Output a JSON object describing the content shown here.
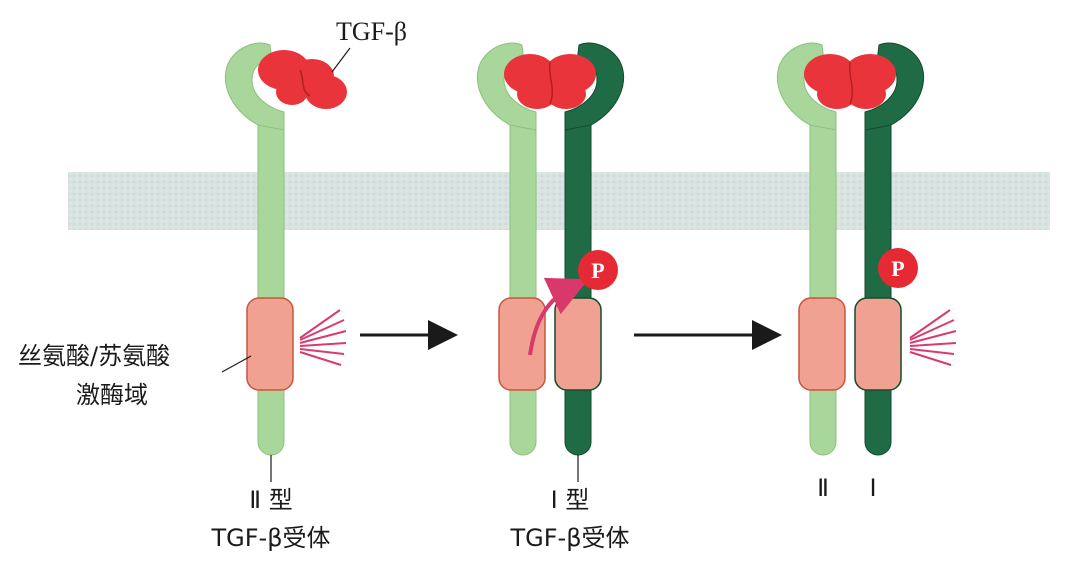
{
  "labels": {
    "ligand": "TGF-β",
    "kinase_domain_line1": "丝氨酸/苏氨酸",
    "kinase_domain_line2": "激酶域",
    "type2_receptor_line1": "Ⅱ 型",
    "type2_receptor_line2": "TGF-β受体",
    "type1_receptor_line1": "Ⅰ 型",
    "type1_receptor_line2": "TGF-β受体",
    "complex_type2": "Ⅱ",
    "complex_type1": "Ⅰ",
    "phosphate_stage2": "P",
    "phosphate_stage3": "P"
  },
  "colors": {
    "type2_receptor": "#a9d69a",
    "type1_receptor": "#1f6b45",
    "ligand": "#e8343a",
    "kinase_domain": "#f0a191",
    "membrane": "#d9e3e1",
    "phosphate": "#e62a33",
    "activity_rays": "#d93a72",
    "arrow": "#1a1a1a"
  }
}
